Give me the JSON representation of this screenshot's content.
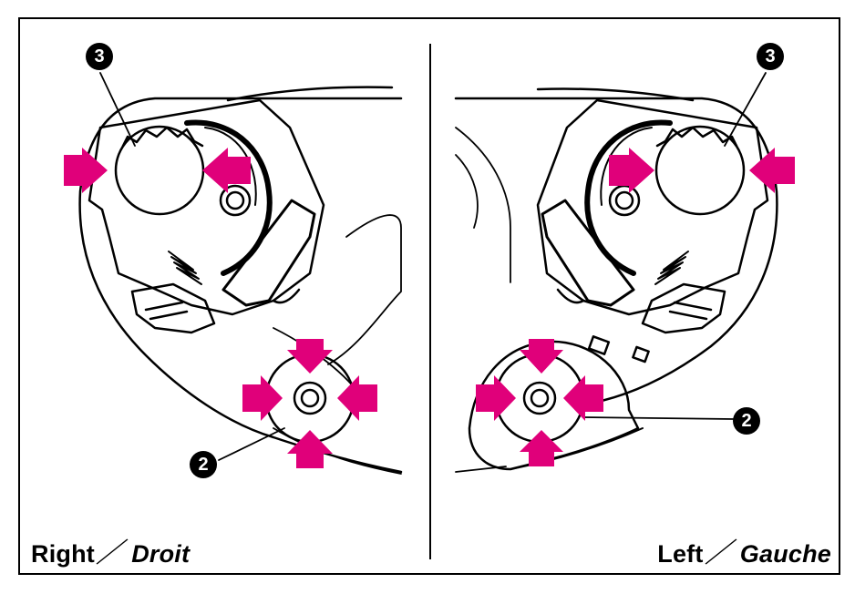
{
  "panels": [
    {
      "id": "right",
      "caption_main": "Right",
      "caption_separator": "／",
      "caption_alt": "Droit",
      "callouts": [
        {
          "number": "3"
        },
        {
          "number": "2"
        }
      ]
    },
    {
      "id": "left",
      "caption_main": "Left",
      "caption_separator": "／",
      "caption_alt": "Gauche",
      "callouts": [
        {
          "number": "3"
        },
        {
          "number": "2"
        }
      ]
    }
  ],
  "colors": {
    "arrow": "#e0007a",
    "line": "#000000",
    "background": "#ffffff"
  },
  "icons": [
    "push-arrow-icon",
    "gear-icon",
    "spring-icon",
    "pivot-icon"
  ]
}
